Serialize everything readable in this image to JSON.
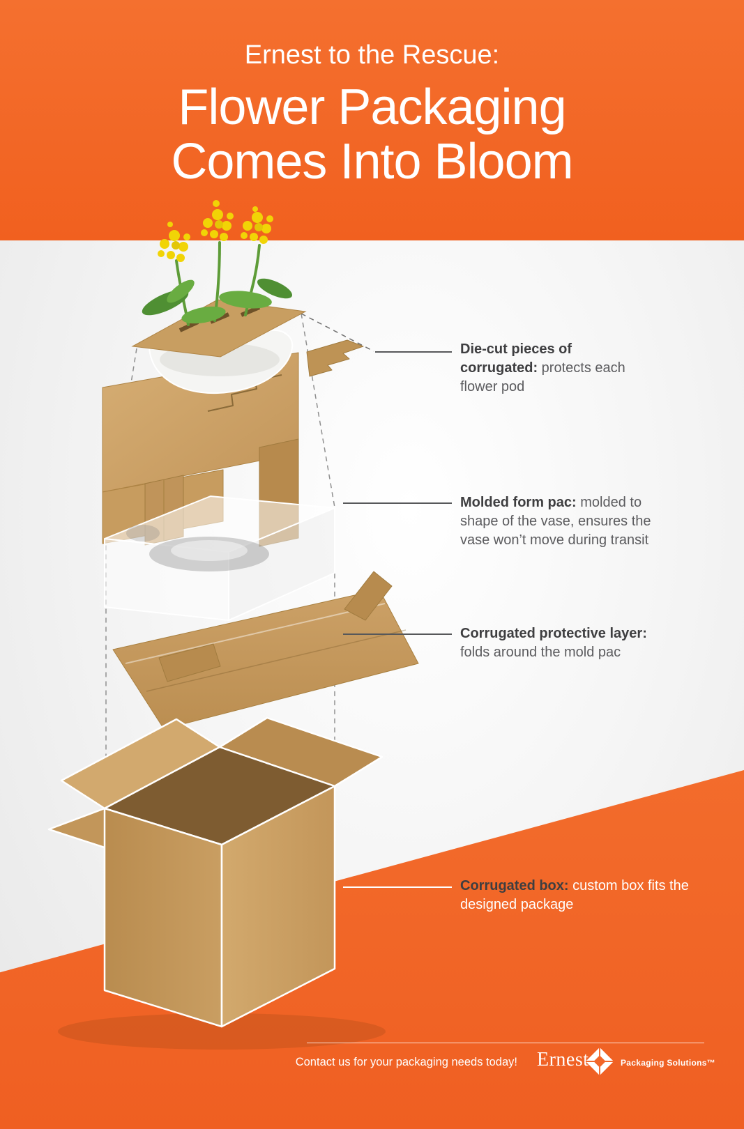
{
  "header": {
    "kicker": "Ernest to the Rescue:",
    "title_line1": "Flower Packaging",
    "title_line2": "Comes Into Bloom"
  },
  "callouts": [
    {
      "bold": "Die-cut pieces of corrugated:",
      "text": " protects each flower pod"
    },
    {
      "bold": "Molded form pac:",
      "text": " molded to shape of the vase, ensures the vase won’t move during transit"
    },
    {
      "bold": "Corrugated protective layer:",
      "text": " folds around the mold pac"
    },
    {
      "bold": "Corrugated box:",
      "text": " custom box fits the designed package"
    }
  ],
  "diagram": {
    "layers": [
      "flower pods",
      "die-cut corrugated pieces",
      "molded form pac",
      "corrugated protective layer",
      "corrugated box"
    ]
  },
  "footer": {
    "cta": "Contact us for your packaging needs today!",
    "brand": "Ernest",
    "brand_sub": "Packaging Solutions™"
  },
  "colors": {
    "orange": "#F2672A",
    "kraft": "#C79D60",
    "text_dark": "#3E3E40",
    "text_gray": "#5B5B5E",
    "white": "#FFFFFF"
  },
  "icons": {
    "brand_mark": "diamond-logo"
  }
}
